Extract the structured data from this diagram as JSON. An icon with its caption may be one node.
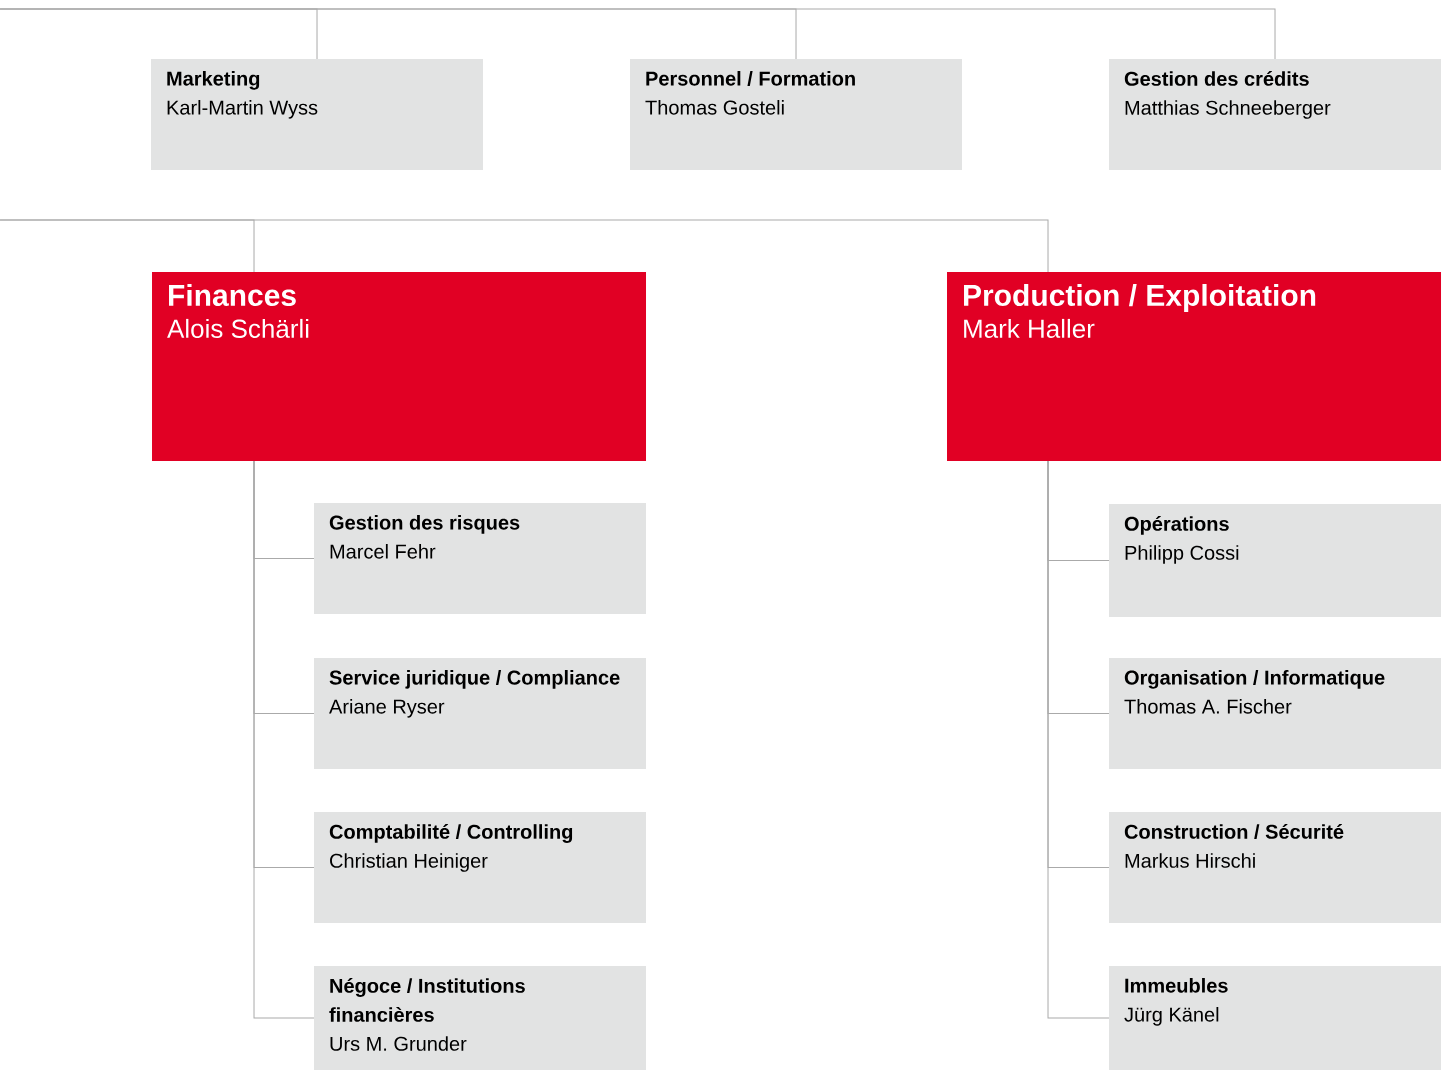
{
  "diagram": {
    "nodes": [
      {
        "text": [
          "Marketing",
          "Karl-Martin Wyss"
        ]
      },
      {
        "text": [
          "Personnel / Formation",
          "Thomas Gosteli"
        ]
      },
      {
        "text": [
          "Gestion des crédits",
          "Matthias Schneeberger"
        ]
      },
      {
        "text": [
          "Finances",
          "Alois Schärli"
        ]
      },
      {
        "text": [
          "Gestion des risques",
          "Marcel Fehr"
        ]
      },
      {
        "text": [
          "Service juridique / Compliance",
          "Ariane Ryser"
        ]
      },
      {
        "text": [
          "Comptabilité / Controlling",
          "Christian Heiniger"
        ]
      },
      {
        "text": [
          "Négoce / Institutions financières",
          "Urs M. Grunder"
        ]
      },
      {
        "text": [
          "Production / Exploitation",
          "Mark Haller"
        ]
      },
      {
        "text": [
          "Opérations",
          "Philipp Cossi"
        ]
      },
      {
        "text": [
          "Organisation / Informatique",
          "Thomas A. Fischer"
        ]
      },
      {
        "text": [
          "Construction / Sécurité",
          "Markus Hirschi"
        ]
      },
      {
        "text": [
          "Immeubles",
          "Jürg Känel"
        ]
      }
    ],
    "edges": [
      {
        "from": null,
        "to": 0,
        "arrow": "none"
      },
      {
        "from": null,
        "to": 1,
        "arrow": "none"
      },
      {
        "from": null,
        "to": 2,
        "arrow": "none"
      },
      {
        "from": null,
        "to": 3,
        "arrow": "none"
      },
      {
        "from": null,
        "to": 8,
        "arrow": "none"
      },
      {
        "from": 3,
        "to": 4,
        "arrow": "none"
      },
      {
        "from": 3,
        "to": 5,
        "arrow": "none"
      },
      {
        "from": 3,
        "to": 6,
        "arrow": "none"
      },
      {
        "from": 3,
        "to": 7,
        "arrow": "none"
      },
      {
        "from": 8,
        "to": 9,
        "arrow": "none"
      },
      {
        "from": 8,
        "to": 10,
        "arrow": "none"
      },
      {
        "from": 8,
        "to": 11,
        "arrow": "none"
      },
      {
        "from": 8,
        "to": 12,
        "arrow": "none"
      }
    ]
  }
}
